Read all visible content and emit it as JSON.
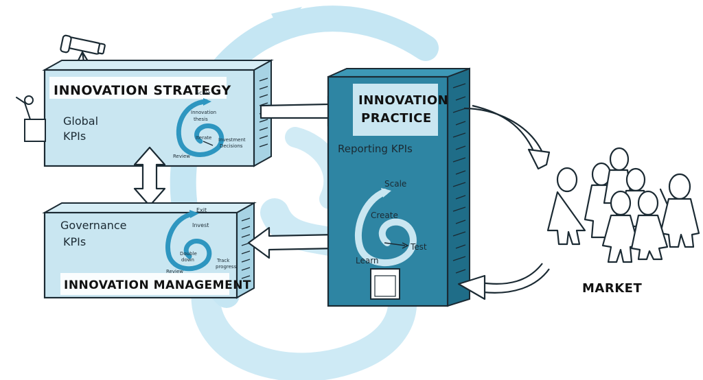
{
  "strategy": {
    "title": "INNOVATION STRATEGY",
    "kpi_line1": "Global",
    "kpi_line2": "KPIs",
    "cycle": {
      "top": "Scale",
      "thesis_line1": "Innovation",
      "thesis_line2": "thesis",
      "iterate": "Iterate",
      "inv_line1": "Investment",
      "inv_line2": "Decisions",
      "review": "Review"
    }
  },
  "management": {
    "title": "INNOVATION MANAGEMENT",
    "kpi_line1": "Governance",
    "kpi_line2": "KPIs",
    "cycle": {
      "exit": "Exit",
      "invest": "Invest",
      "dd_line1": "Double",
      "dd_line2": "down",
      "track_line1": "Track",
      "track_line2": "progress",
      "review": "Review"
    }
  },
  "practice": {
    "title_line1": "INNOVATION",
    "title_line2": "PRACTICE",
    "kpi": "Reporting KPIs",
    "cycle": {
      "scale": "Scale",
      "create": "Create",
      "test": "Test",
      "learn": "Learn"
    }
  },
  "market": {
    "label": "MARKET"
  },
  "colors": {
    "light_box": "#c9e6f1",
    "light_box_side": "#a7d3e4",
    "dark_box": "#2e85a3",
    "dark_box_side": "#1f6d88",
    "watermark": "#c5e6f3",
    "cycle_arrow": "#2e96c0",
    "ink": "#1b2a33"
  }
}
